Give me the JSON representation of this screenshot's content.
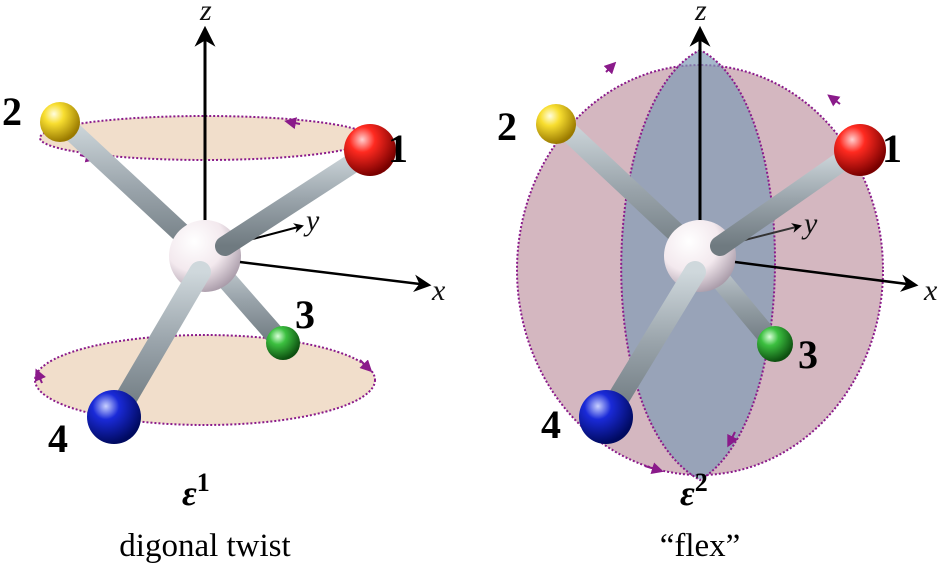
{
  "panels": [
    {
      "axes": {
        "x": "x",
        "y": "y",
        "z": "z"
      },
      "atoms": [
        "1",
        "2",
        "3",
        "4"
      ],
      "mode_symbol": "ε",
      "mode_index": "1",
      "caption": "digonal twist"
    },
    {
      "axes": {
        "x": "x",
        "y": "y",
        "z": "z"
      },
      "atoms": [
        "1",
        "2",
        "3",
        "4"
      ],
      "mode_symbol": "ε",
      "mode_index": "2",
      "caption": "“flex”"
    }
  ],
  "colors": {
    "atom_1": "#e01010",
    "atom_2": "#f0d020",
    "atom_3": "#30b030",
    "atom_4": "#1020c0",
    "center_atom": "#f4eef2",
    "bond": "#9fa8ae",
    "path": "#8a1a8a",
    "disk_fill": "#e8c8a8",
    "plane_blue": "#7f9ab5",
    "plane_mauve": "#b07c8c"
  },
  "icons": [
    "arrow-head",
    "sphere",
    "rod"
  ]
}
